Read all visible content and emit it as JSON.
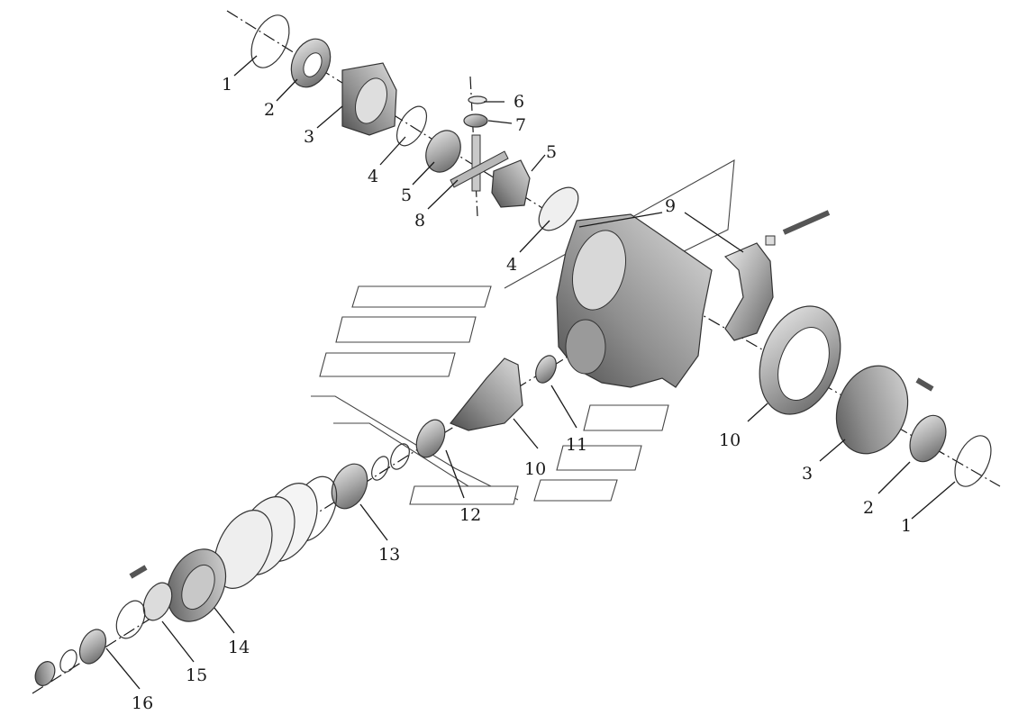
{
  "callouts": [
    {
      "id": "c1a",
      "text": "1"
    },
    {
      "id": "c2a",
      "text": "2"
    },
    {
      "id": "c3a",
      "text": "3"
    },
    {
      "id": "c4a",
      "text": "4"
    },
    {
      "id": "c5a",
      "text": "5"
    },
    {
      "id": "c6",
      "text": "6"
    },
    {
      "id": "c7",
      "text": "7"
    },
    {
      "id": "c5b",
      "text": "5"
    },
    {
      "id": "c8",
      "text": "8"
    },
    {
      "id": "c4b",
      "text": "4"
    },
    {
      "id": "c9",
      "text": "9"
    },
    {
      "id": "c10a",
      "text": "10"
    },
    {
      "id": "c10b",
      "text": "10"
    },
    {
      "id": "c11",
      "text": "11"
    },
    {
      "id": "c12",
      "text": "12"
    },
    {
      "id": "c3b",
      "text": "3"
    },
    {
      "id": "c2b",
      "text": "2"
    },
    {
      "id": "c1b",
      "text": "1"
    },
    {
      "id": "c13",
      "text": "13"
    },
    {
      "id": "c14",
      "text": "14"
    },
    {
      "id": "c15",
      "text": "15"
    },
    {
      "id": "c16",
      "text": "16"
    }
  ],
  "colors": {
    "ink": "#1a1a1a",
    "shade_dark": "#6a6a6a",
    "shade_mid": "#a8a8a8",
    "shade_light": "#d6d6d6"
  }
}
